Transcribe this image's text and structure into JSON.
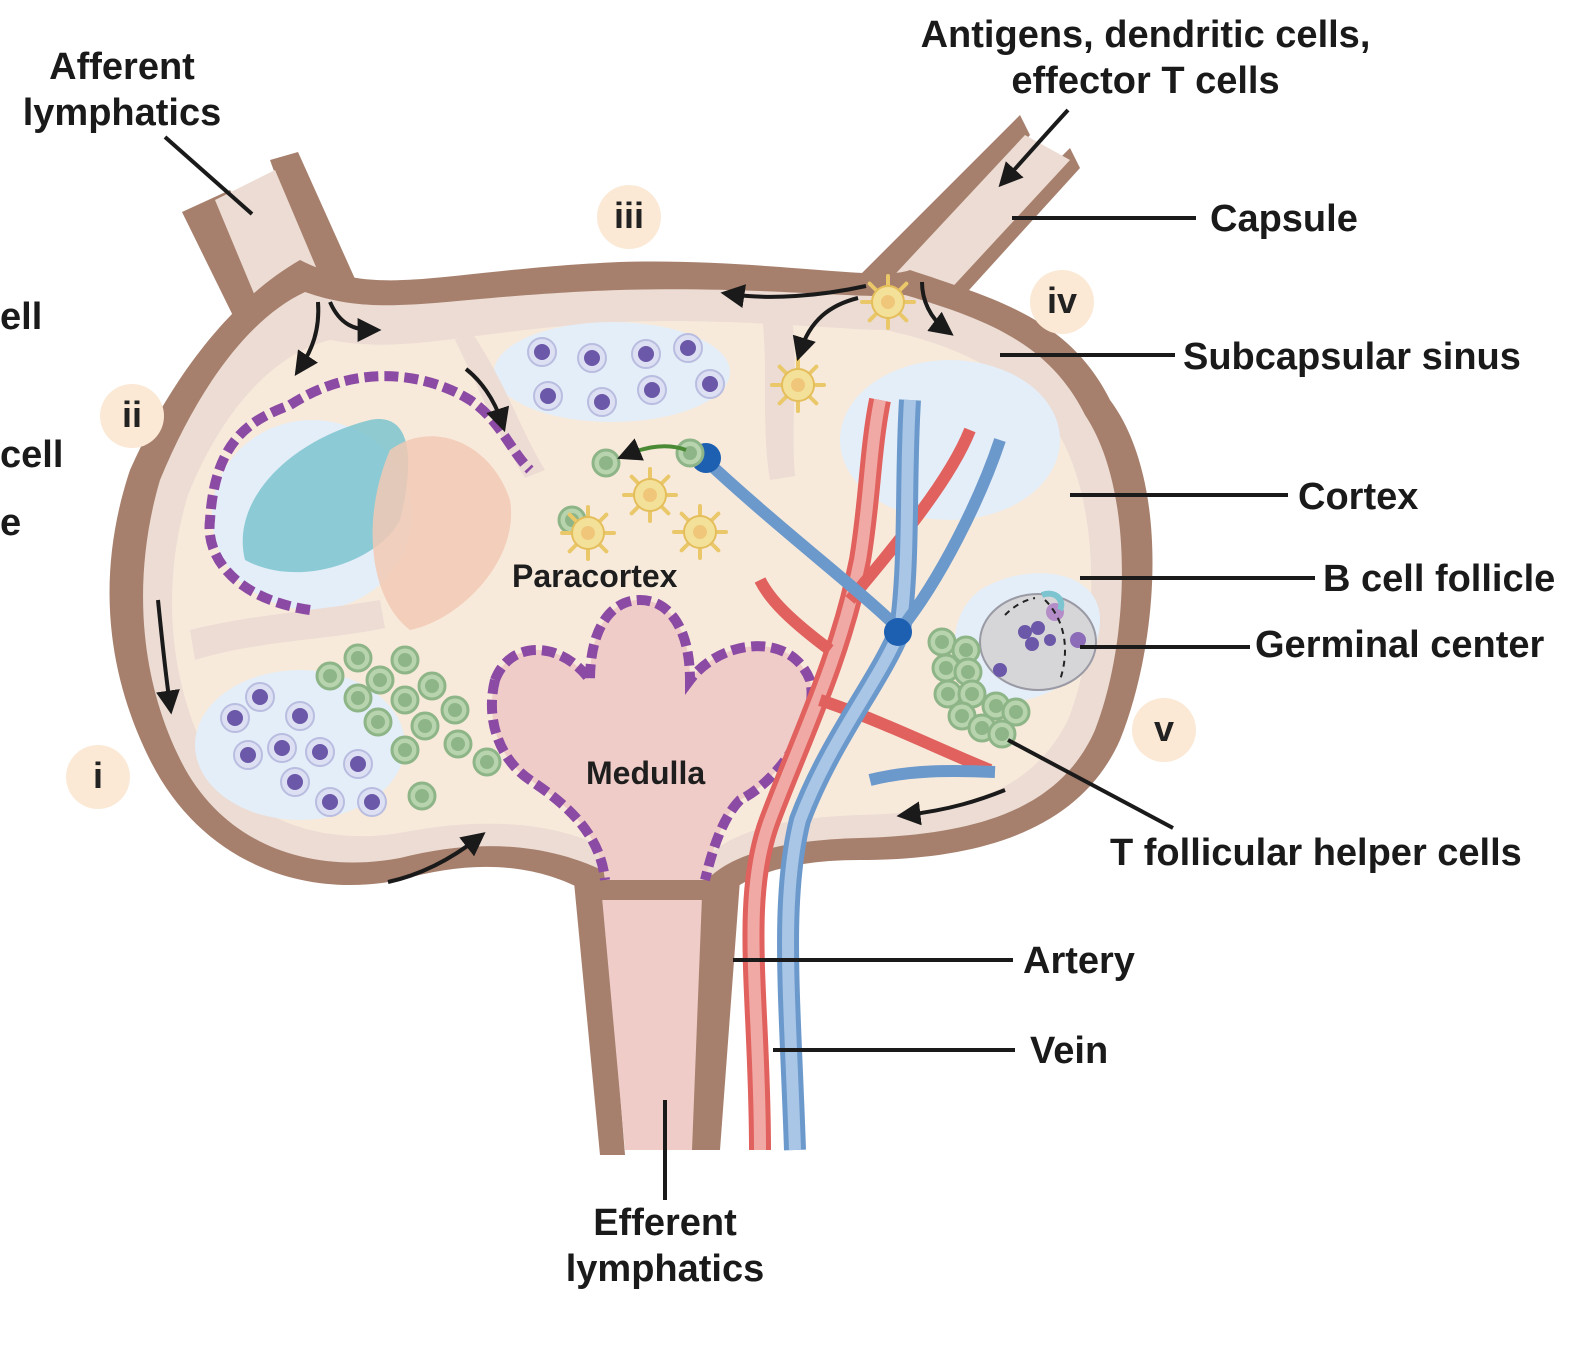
{
  "labels": {
    "afferent": [
      "Afferent",
      "lymphatics"
    ],
    "antigens": [
      "Antigens, dendritic cells,",
      "effector T cells"
    ],
    "capsule": "Capsule",
    "subcapsular": "Subcapsular sinus",
    "cortex": "Cortex",
    "bfollicle": "B cell follicle",
    "germinal": "Germinal center",
    "tfh": "T follicular helper cells",
    "artery": "Artery",
    "vein": "Vein",
    "efferent": [
      "Efferent",
      "lymphatics"
    ],
    "paracortex": "Paracortex",
    "medulla": "Medulla"
  },
  "numerals": {
    "i": "i",
    "ii": "ii",
    "iii": "iii",
    "iv": "iv",
    "v": "v"
  },
  "cutoff": [
    "ell",
    "cell",
    "e"
  ],
  "colors": {
    "capsule": "#a7806d",
    "sinus": "#ecdcd4",
    "cortex": "#f8eadb",
    "follicle": "#e4eef8",
    "bcell": "#6b58a8",
    "tcell": "#8eb587",
    "dendritic": "#f4e199",
    "hev": "#8b4aa3",
    "artery": "#e0615d",
    "vein": "#6c99cc",
    "medulla": "#efccc8",
    "numeral_bg": "#fbe9d6"
  }
}
